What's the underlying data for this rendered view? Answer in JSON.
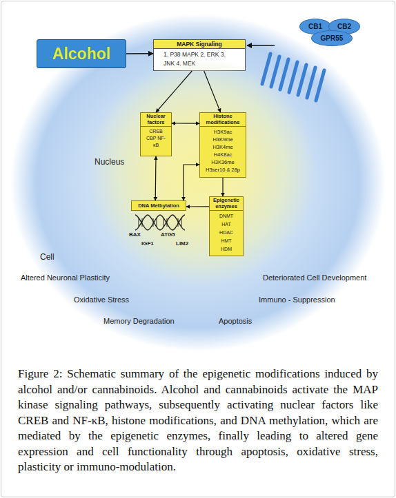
{
  "diagram": {
    "caption": "Figure 2: Schematic summary of the epigenetic modifications induced by alcohol and/or cannabinoids. Alcohol and cannabinoids activate the MAP kinase signaling pathways, subsequently activating nuclear factors like CREB and NF-κB, histone modifications, and DNA methylation, which are mediated by the epigenetic enzymes, finally leading to altered gene expression and cell functionality through apoptosis, oxidative stress, plasticity or immuno-modulation.",
    "nodes": [
      {
        "text": [
          "Cell"
        ]
      },
      {
        "text": [
          "Alcohol"
        ]
      },
      {
        "text": [
          "MAPK Signaling",
          "1. P38 MAPK 2. ERK 3. JNK 4. MEK"
        ],
        "in": 0
      },
      {
        "text": [
          "CB1"
        ]
      },
      {
        "text": [
          "CB2"
        ]
      },
      {
        "text": [
          "GPR55"
        ]
      },
      {
        "text": [
          "Nucleus"
        ],
        "in": 0
      },
      {
        "text": [
          "Nuclear factors",
          "CREB CBP NF-κB"
        ],
        "in": 6
      },
      {
        "text": [
          "Histone modifications",
          "H3K9ac H3K9me H3K4me H4K8ac H3K36me H3ser10 & 28p"
        ],
        "in": 6
      },
      {
        "text": [
          "DNA Methylation"
        ],
        "in": 6
      },
      {
        "text": [
          "Epigenetic enzymes",
          "DNMT HAT HDAC HMT HDM"
        ],
        "in": 6
      }
    ],
    "edges": [
      {
        "from": 1,
        "to": 2,
        "arrow": "to"
      },
      {
        "from": 2,
        "to": 7,
        "arrow": "to"
      },
      {
        "from": 2,
        "to": 8,
        "arrow": "to"
      },
      {
        "from": 7,
        "to": 8,
        "arrow": "both"
      },
      {
        "from": 7,
        "to": 9,
        "arrow": "both"
      },
      {
        "from": 8,
        "to": 9,
        "arrow": "both"
      },
      {
        "from": 8,
        "to": 10,
        "arrow": "to"
      },
      {
        "from": 10,
        "to": 9,
        "arrow": "to"
      }
    ],
    "labels": [
      "BAX",
      "IGF1",
      "ATG5",
      "LIM2",
      "Altered Neuronal Plasticity",
      "Deteriorated Cell Development",
      "Oxidative Stress",
      "Immuno - Suppression",
      "Memory Degradation",
      "Apoptosis"
    ]
  }
}
